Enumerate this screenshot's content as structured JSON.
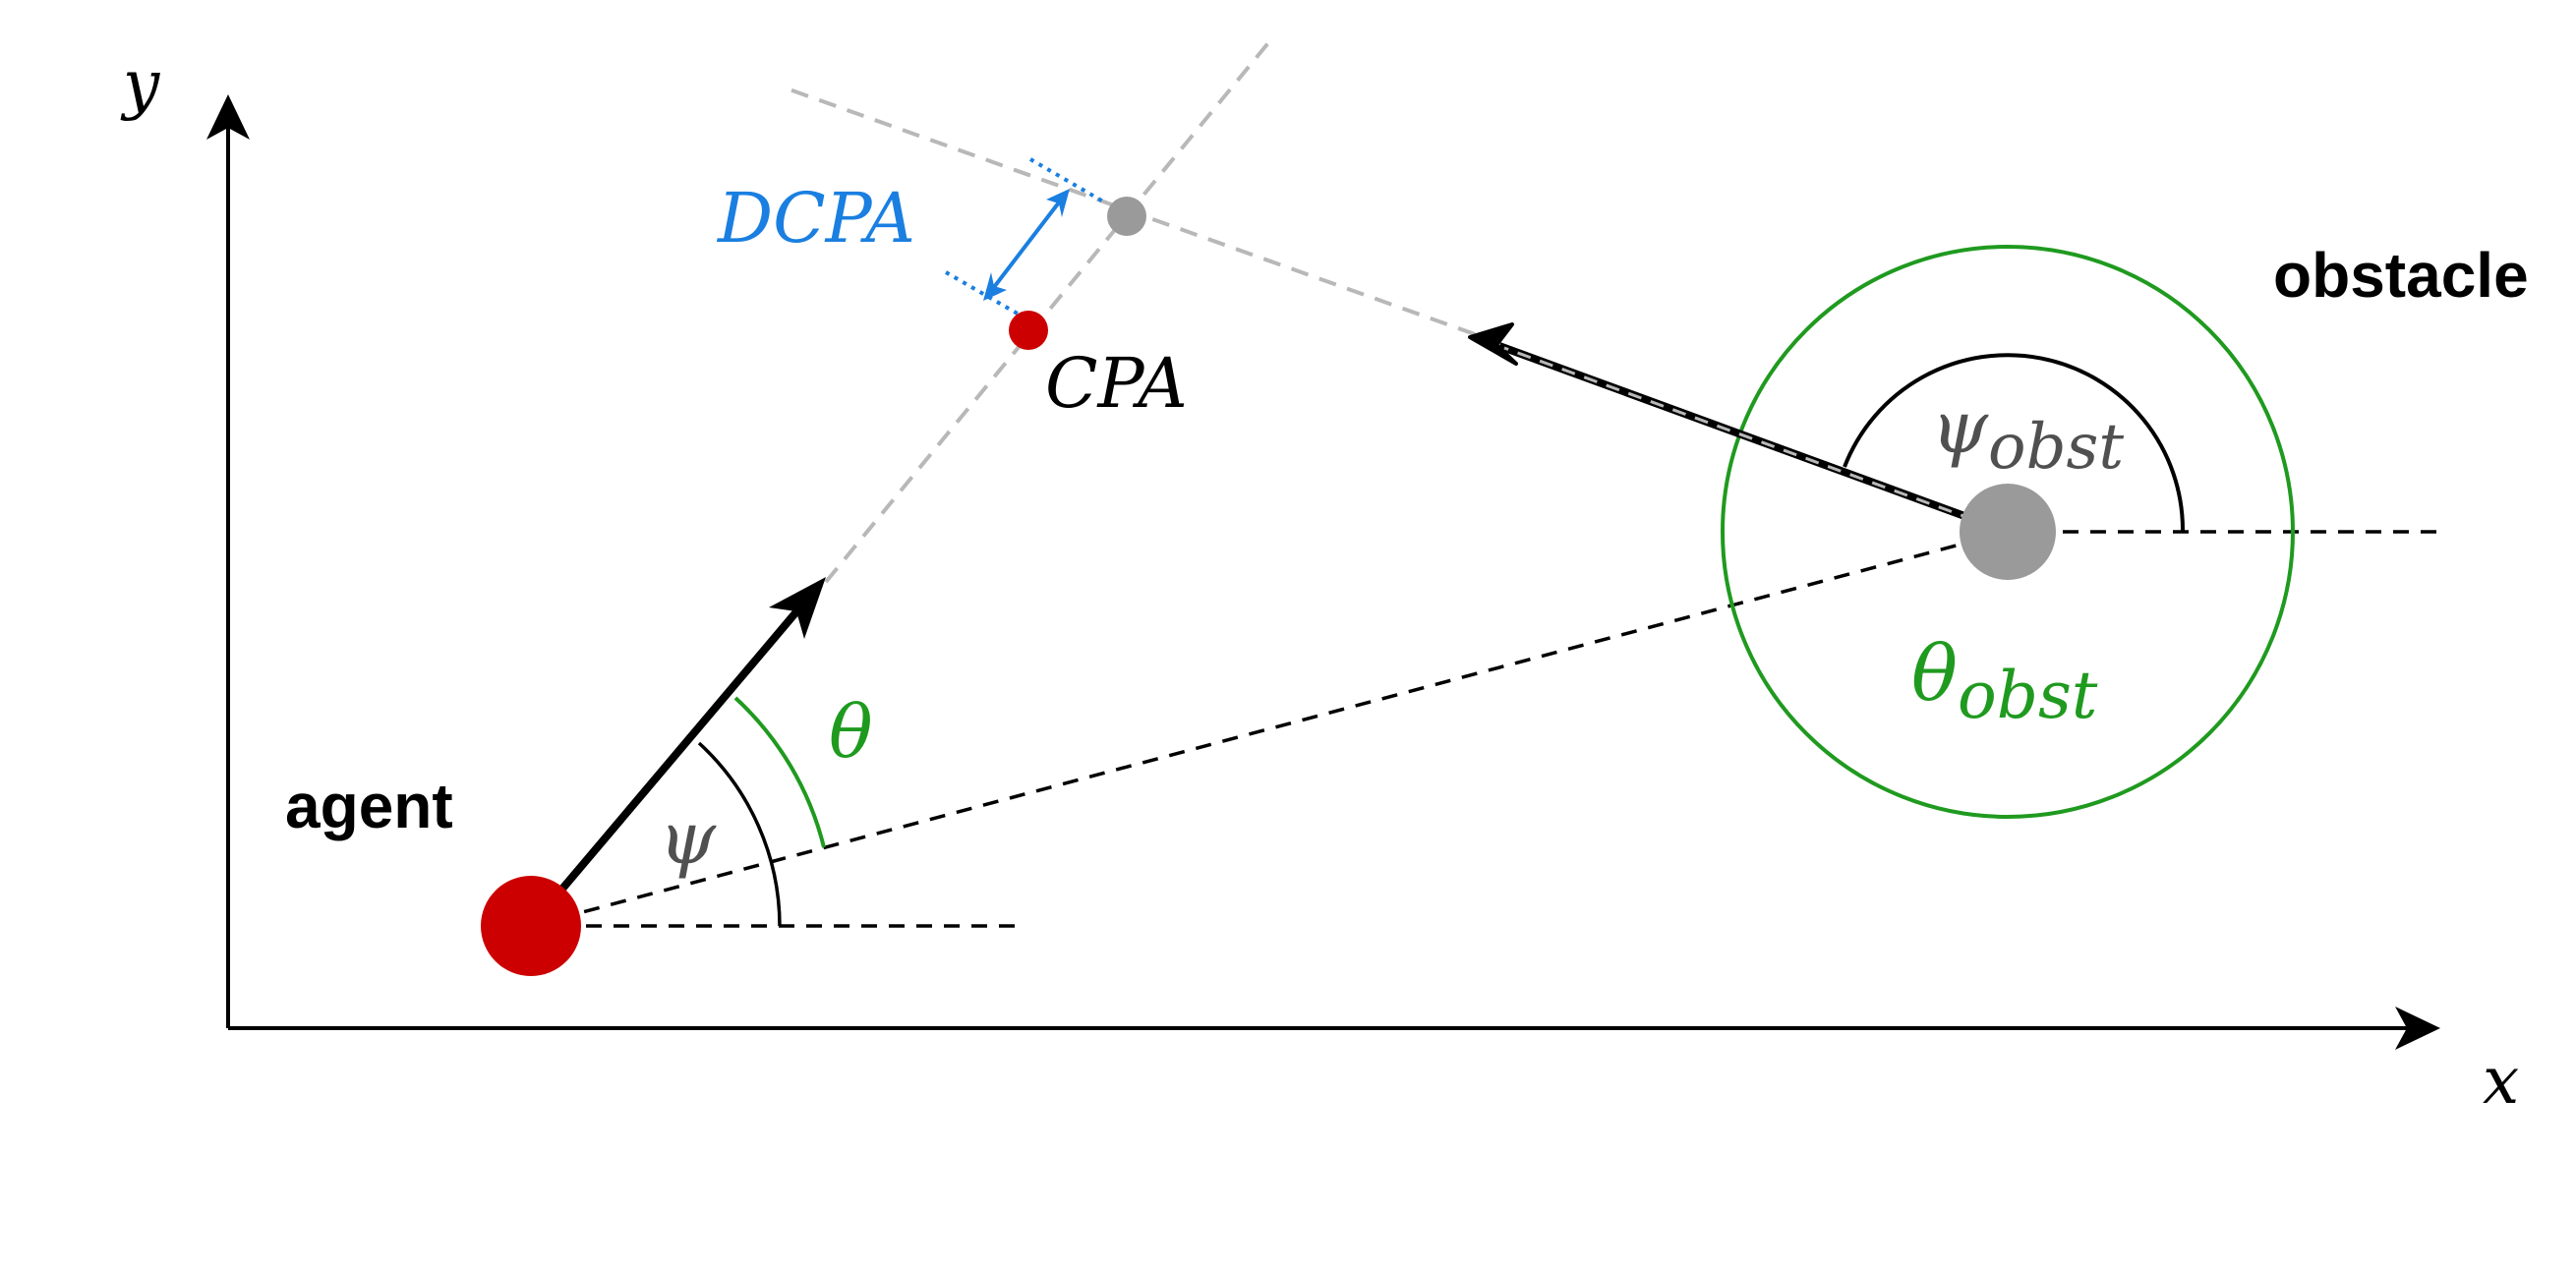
{
  "labels": {
    "y_axis": "y",
    "x_axis": "x",
    "agent": "agent",
    "obstacle": "obstacle",
    "cpa": "CPA",
    "dcpa": "DCPA",
    "theta": "θ",
    "psi": "ψ",
    "theta_obst_base": "θ",
    "theta_obst_sub": "obst",
    "psi_obst_base": "ψ",
    "psi_obst_sub": "obst"
  },
  "colors": {
    "agent": "#cc0000",
    "obstacle": "#9a9a9a",
    "theta_arc": "#1f9a1f",
    "dcpa": "#1a7fe0",
    "trajectory_dashed": "#b8b8b8",
    "reference_dashed": "#000000",
    "psi_label": "#505050"
  }
}
